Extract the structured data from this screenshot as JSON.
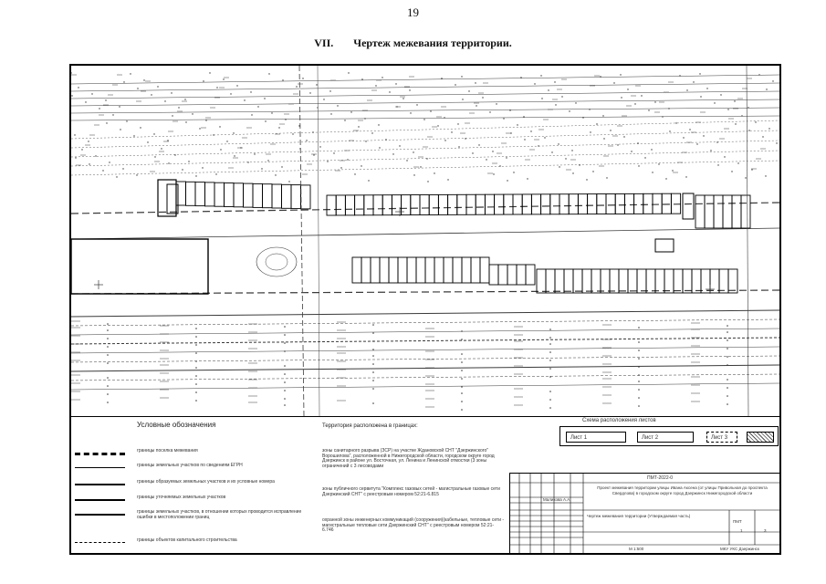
{
  "page": {
    "number": "19",
    "section_number": "VII.",
    "section_title": "Чертеж межевания территории."
  },
  "legend": {
    "title": "Условные обозначения",
    "items": [
      "границы поселка межевания",
      "границы земельных участков по сведениям ЕГРН",
      "границы образуемых земельных участков и их условные номера",
      "границы уточняемых земельных участков",
      "границы земельных участков, в отношении которых проводится исправление ошибки в местоположении границ",
      "границы объектов капитального строительства"
    ]
  },
  "territory": {
    "title": "Территория расположена в границах:",
    "notes": [
      "зоны санитарного разрыва (ЗСР) на участке Ждановской СНТ \"Дзержинского\" Ворошилова\", расположенной в Нижегородской области, городском округе город Дзержинск в районе ул. Восточная, ул. Ленина и Ленинской отмостки (3 зоны ограничений с 3 лесоводами",
      "зоны публичного сервитута \"Комплекс газовых сетей - магистральные газовые сети Дзержинский СНТ\" с реестровым номером 52:21-6.815",
      "охранной зоны инженерных коммуникаций (сооружения)(кабельные, тепловые сети - магистральные тепловые сети Дзержинский СНТ\" с реестровым номером 52:21-6.746"
    ]
  },
  "scheme": {
    "title": "Схема расположения листов",
    "sheets": [
      "Лист 1",
      "Лист 2",
      "Лист 3"
    ]
  },
  "stamp": {
    "code": "ПМТ-2022-0",
    "project": "Проект межевания территории улицы Ивана Аксена (от улицы Привольная до проспекта Свердлова) в городском округе город Дзержинск Нижегородской области",
    "drawing": "Чертеж межевания территории (Утверждаемая часть)",
    "scale": "М 1:500",
    "org": "МКУ УКС Дзержинск",
    "stage": "ПМТ",
    "sheet": "1",
    "sheets": "3",
    "person": "Маликова А.А."
  },
  "colors": {
    "ink": "#111111",
    "plan_ink": "#3a3a3a",
    "hatch": "#555555"
  }
}
